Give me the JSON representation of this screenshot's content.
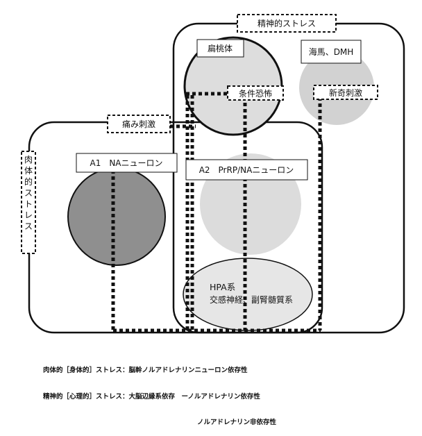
{
  "labels": {
    "mental_stress": "精神的ストレス",
    "amygdala": "扁桃体",
    "hippocampus": "海馬、DMH",
    "conditioned_fear": "条件恐怖",
    "novelty_stimulus": "新奇刺激",
    "pain_stimulus": "痛み刺激",
    "a1_neuron": "A1　NAニューロン",
    "a2_neuron": "A2　PrRP/NAニューロン",
    "physical_stress": "肉体的ストレス",
    "hpa_line1": "HPA系",
    "hpa_line2": "交感神経、副腎髄質系"
  },
  "legend": {
    "line1": "肉体的［身体的］ストレス：脳幹ノルアドレナリンニューロン依存性",
    "line2": "精神的［心理的］ストレス：大脳辺縁系依存　ーノルアドレナリン依存性",
    "line3": "ノルアドレナリン非依存性"
  },
  "colors": {
    "dark_circle": "#8f8f8f",
    "light_circle": "#dcdcdc",
    "mid_circle": "#d0d0d0",
    "line": "#111111"
  }
}
